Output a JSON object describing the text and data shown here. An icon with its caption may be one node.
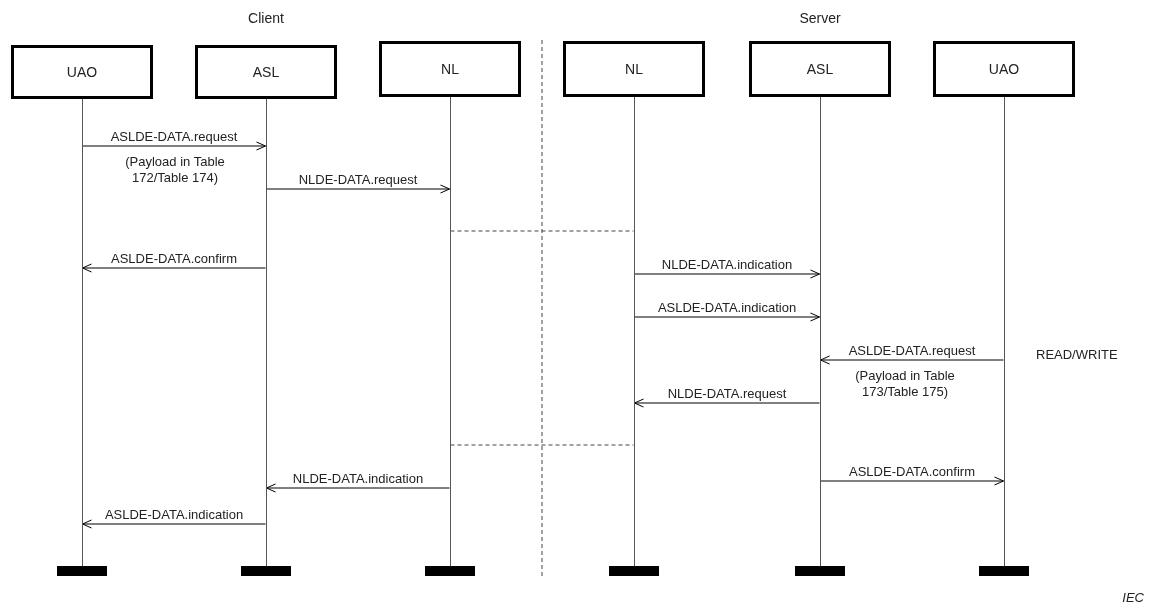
{
  "diagram": {
    "nodes": [
      {
        "text": [
          "UAO"
        ]
      },
      {
        "text": [
          "ASL"
        ]
      },
      {
        "text": [
          "NL"
        ]
      },
      {
        "text": [
          "NL"
        ]
      },
      {
        "text": [
          "ASL"
        ]
      },
      {
        "text": [
          "UAO"
        ]
      },
      {
        "text": [],
        "shape": "line"
      },
      {
        "text": [],
        "shape": "line"
      },
      {
        "text": [],
        "shape": "line"
      },
      {
        "text": [],
        "shape": "line"
      },
      {
        "text": [],
        "shape": "line"
      },
      {
        "text": [],
        "shape": "line"
      },
      {
        "text": [],
        "shape": "bar"
      },
      {
        "text": [],
        "shape": "bar"
      },
      {
        "text": [],
        "shape": "bar"
      },
      {
        "text": [],
        "shape": "bar"
      },
      {
        "text": [],
        "shape": "bar"
      },
      {
        "text": [],
        "shape": "bar"
      }
    ],
    "edges": [
      {
        "from": 6,
        "to": 7,
        "arrow": "to",
        "label": "ASLDE-DATA.request"
      },
      {
        "from": 7,
        "to": 8,
        "arrow": "to",
        "label": "NLDE-DATA.request"
      },
      {
        "from": 8,
        "to": 9,
        "arrow": "none",
        "style": "dashed"
      },
      {
        "from": 7,
        "to": 6,
        "arrow": "to",
        "label": "ASLDE-DATA.confirm"
      },
      {
        "from": 9,
        "to": 10,
        "arrow": "to",
        "label": "NLDE-DATA.indication"
      },
      {
        "from": 9,
        "to": 10,
        "arrow": "to",
        "label": "ASLDE-DATA.indication"
      },
      {
        "from": 11,
        "to": 10,
        "arrow": "to",
        "label": "ASLDE-DATA.request"
      },
      {
        "from": 10,
        "to": 9,
        "arrow": "to",
        "label": "NLDE-DATA.request"
      },
      {
        "from": 8,
        "to": 9,
        "arrow": "none",
        "style": "dashed"
      },
      {
        "from": 10,
        "to": 11,
        "arrow": "to",
        "label": "ASLDE-DATA.confirm"
      },
      {
        "from": 8,
        "to": 7,
        "arrow": "to",
        "label": "NLDE-DATA.indication"
      },
      {
        "from": 7,
        "to": 6,
        "arrow": "to",
        "label": "ASLDE-DATA.indication"
      }
    ],
    "labels": [
      "Client",
      "Server",
      "(Payload in Table 172/Table 174)",
      "READ/WRITE",
      "(Payload in Table 173/Table 175)",
      "IEC"
    ]
  }
}
